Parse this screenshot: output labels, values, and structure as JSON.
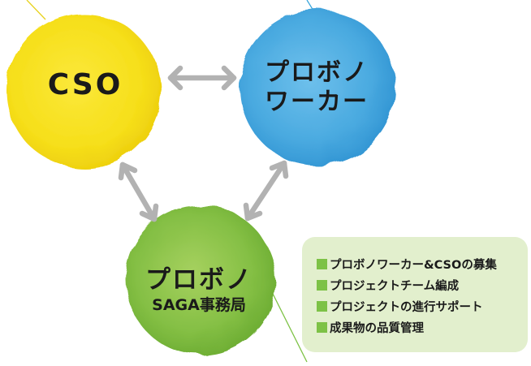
{
  "nodes": {
    "cso": {
      "label": "CSO",
      "color": "#f7e01c"
    },
    "worker": {
      "label_line1": "プロボノ",
      "label_line2": "ワーカー",
      "color": "#49abe0"
    },
    "saga": {
      "label_line1": "プロボノ",
      "label_line2": "SAGA事務局",
      "color": "#7fbd3c"
    }
  },
  "roles_panel": {
    "background": "#e2efcd",
    "marker_color": "#7dc246",
    "items": [
      "プロボノワーカー&CSOの募集",
      "プロジェクトチーム編成",
      "プロジェクトの進行サポート",
      "成果物の品質管理"
    ]
  },
  "arrow_color": "#b2b2b2",
  "accent_lines": [
    "#e8d21e",
    "#3ba7dc",
    "#7dc246"
  ]
}
